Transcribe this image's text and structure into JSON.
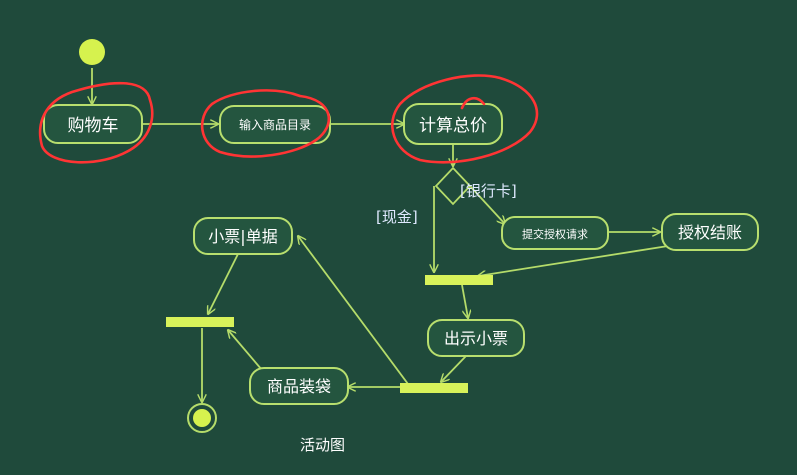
{
  "colors": {
    "background": "#1f4a3b",
    "line": "#b5dc6a",
    "node_fill": "#24553f",
    "node_stroke": "#b8df6e",
    "bar": "#d8f25a",
    "start_node": "#d6f24e",
    "annotation": "#ff3434",
    "text": "#ffffff",
    "guard_text": "#dfe9ff"
  },
  "nodes": {
    "cart": "购物车",
    "input_catalog": "输入商品目录",
    "total": "计算总价",
    "submit_auth": "提交授权请求",
    "auth_checkout": "授权结账",
    "show_receipt": "出示小票",
    "receipt_doc": "小票|单据",
    "bagging": "商品装袋"
  },
  "guards": {
    "cash": "[现金]",
    "bank_card": "[银行卡]"
  },
  "caption": "活动图"
}
